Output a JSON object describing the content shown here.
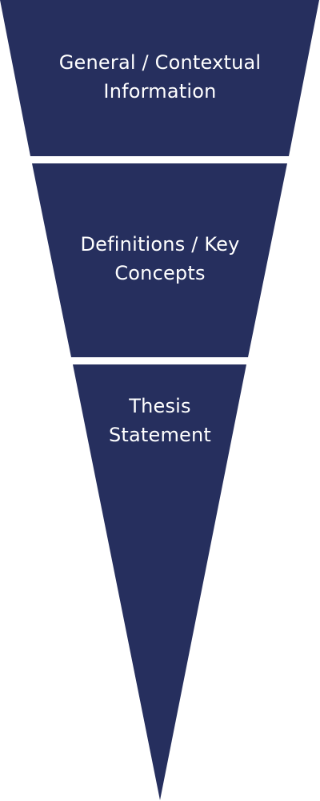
{
  "diagram": {
    "fill_color": "#262f5e",
    "background_color": "#ffffff",
    "segments": [
      {
        "line1": "General / Contextual",
        "line2": "Information"
      },
      {
        "line1": "Definitions / Key",
        "line2": "Concepts"
      },
      {
        "line1": "Thesis",
        "line2": "Statement"
      }
    ]
  }
}
